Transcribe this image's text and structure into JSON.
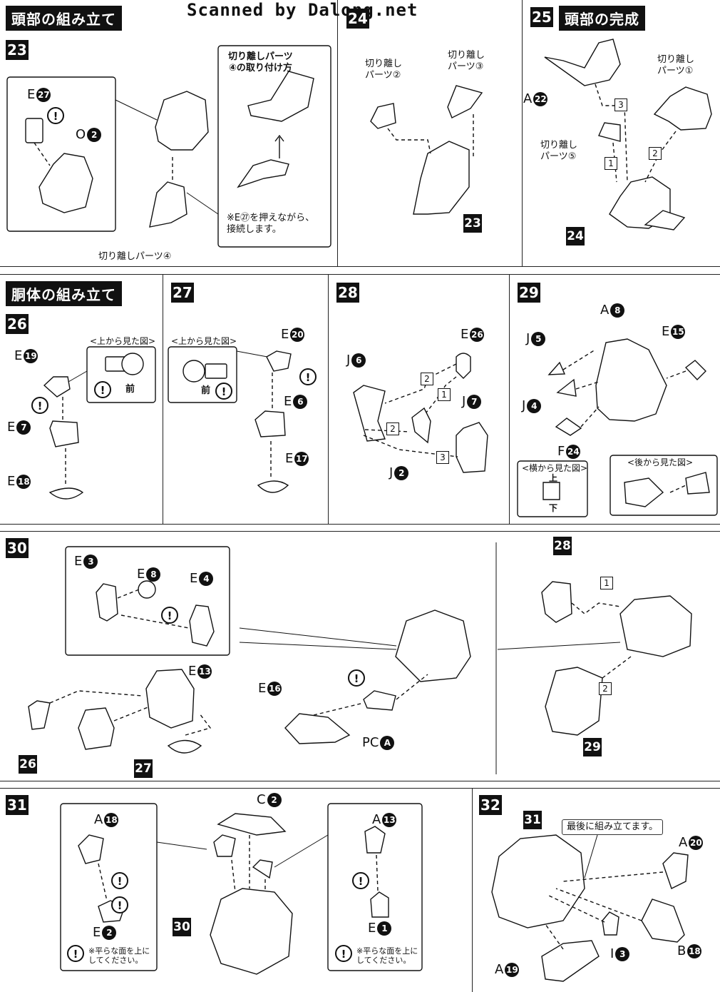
{
  "header": {
    "scan_credit": "Scanned by Dalong.net"
  },
  "sections": {
    "head_assembly": "頭部の組み立て",
    "head_complete": "頭部の完成",
    "body_assembly": "胴体の組み立て"
  },
  "steps": {
    "s23": "23",
    "s24": "24",
    "s25": "25",
    "s26": "26",
    "s27": "27",
    "s28": "28",
    "s29": "29",
    "s30": "30",
    "s31": "31",
    "s32": "32"
  },
  "refs": {
    "r23": "23",
    "r24": "24",
    "r26": "26",
    "r27": "27",
    "r28": "28",
    "r29": "29",
    "r30": "30",
    "r31": "31"
  },
  "labels": {
    "cut_part_2": "切り離し\nパーツ②",
    "cut_part_3": "切り離し\nパーツ③",
    "cut_part_1": "切り離し\nパーツ①",
    "cut_part_5": "切り離し\nパーツ⑤",
    "cut_part_4": "切り離しパーツ④",
    "cut_part_4_howto": "切り離しパーツ\n④の取り付け方",
    "press_note": "※E㉗を押えながら、\n接続します。",
    "top_view": "<上から見た図>",
    "side_view": "<横から見た図>",
    "back_view": "<後から見た図>",
    "front": "前",
    "up": "上",
    "down": "下",
    "assemble_last": "最後に組み立てます。",
    "flat_side_up": "※平らな面を上に\nしてください。"
  },
  "parts": {
    "p23_E": "E",
    "p23_E_n": "27",
    "p23_O": "O",
    "p23_O_n": "2",
    "p25_A": "A",
    "p25_A_n": "22",
    "p26_E19": "E",
    "p26_E19_n": "19",
    "p26_E7": "E",
    "p26_E7_n": "7",
    "p26_E18": "E",
    "p26_E18_n": "18",
    "p27_E20": "E",
    "p27_E20_n": "20",
    "p27_E6": "E",
    "p27_E6_n": "6",
    "p27_E17": "E",
    "p27_E17_n": "17",
    "p28_E26": "E",
    "p28_E26_n": "26",
    "p28_J6": "J",
    "p28_J6_n": "6",
    "p28_J7": "J",
    "p28_J7_n": "7",
    "p28_J2": "J",
    "p28_J2_n": "2",
    "p29_A8": "A",
    "p29_A8_n": "8",
    "p29_J5": "J",
    "p29_J5_n": "5",
    "p29_E15": "E",
    "p29_E15_n": "15",
    "p29_J4": "J",
    "p29_J4_n": "4",
    "p29_F24": "F",
    "p29_F24_n": "24",
    "p30_E3": "E",
    "p30_E3_n": "3",
    "p30_E8": "E",
    "p30_E8_n": "8",
    "p30_E4": "E",
    "p30_E4_n": "4",
    "p30_E13": "E",
    "p30_E13_n": "13",
    "p30_E16": "E",
    "p30_E16_n": "16",
    "p30_PC": "PC",
    "p30_PC_n": "A",
    "p31_A18": "A",
    "p31_A18_n": "18",
    "p31_C2": "C",
    "p31_C2_n": "2",
    "p31_A13": "A",
    "p31_A13_n": "13",
    "p31_E2": "E",
    "p31_E2_n": "2",
    "p31_E1": "E",
    "p31_E1_n": "1",
    "p32_A20": "A",
    "p32_A20_n": "20",
    "p32_I3": "I",
    "p32_I3_n": "3",
    "p32_B18": "B",
    "p32_B18_n": "18",
    "p32_A19": "A",
    "p32_A19_n": "19"
  },
  "sequence": {
    "one": "1",
    "two": "2",
    "three": "3"
  },
  "icons": {
    "caution": "!"
  }
}
